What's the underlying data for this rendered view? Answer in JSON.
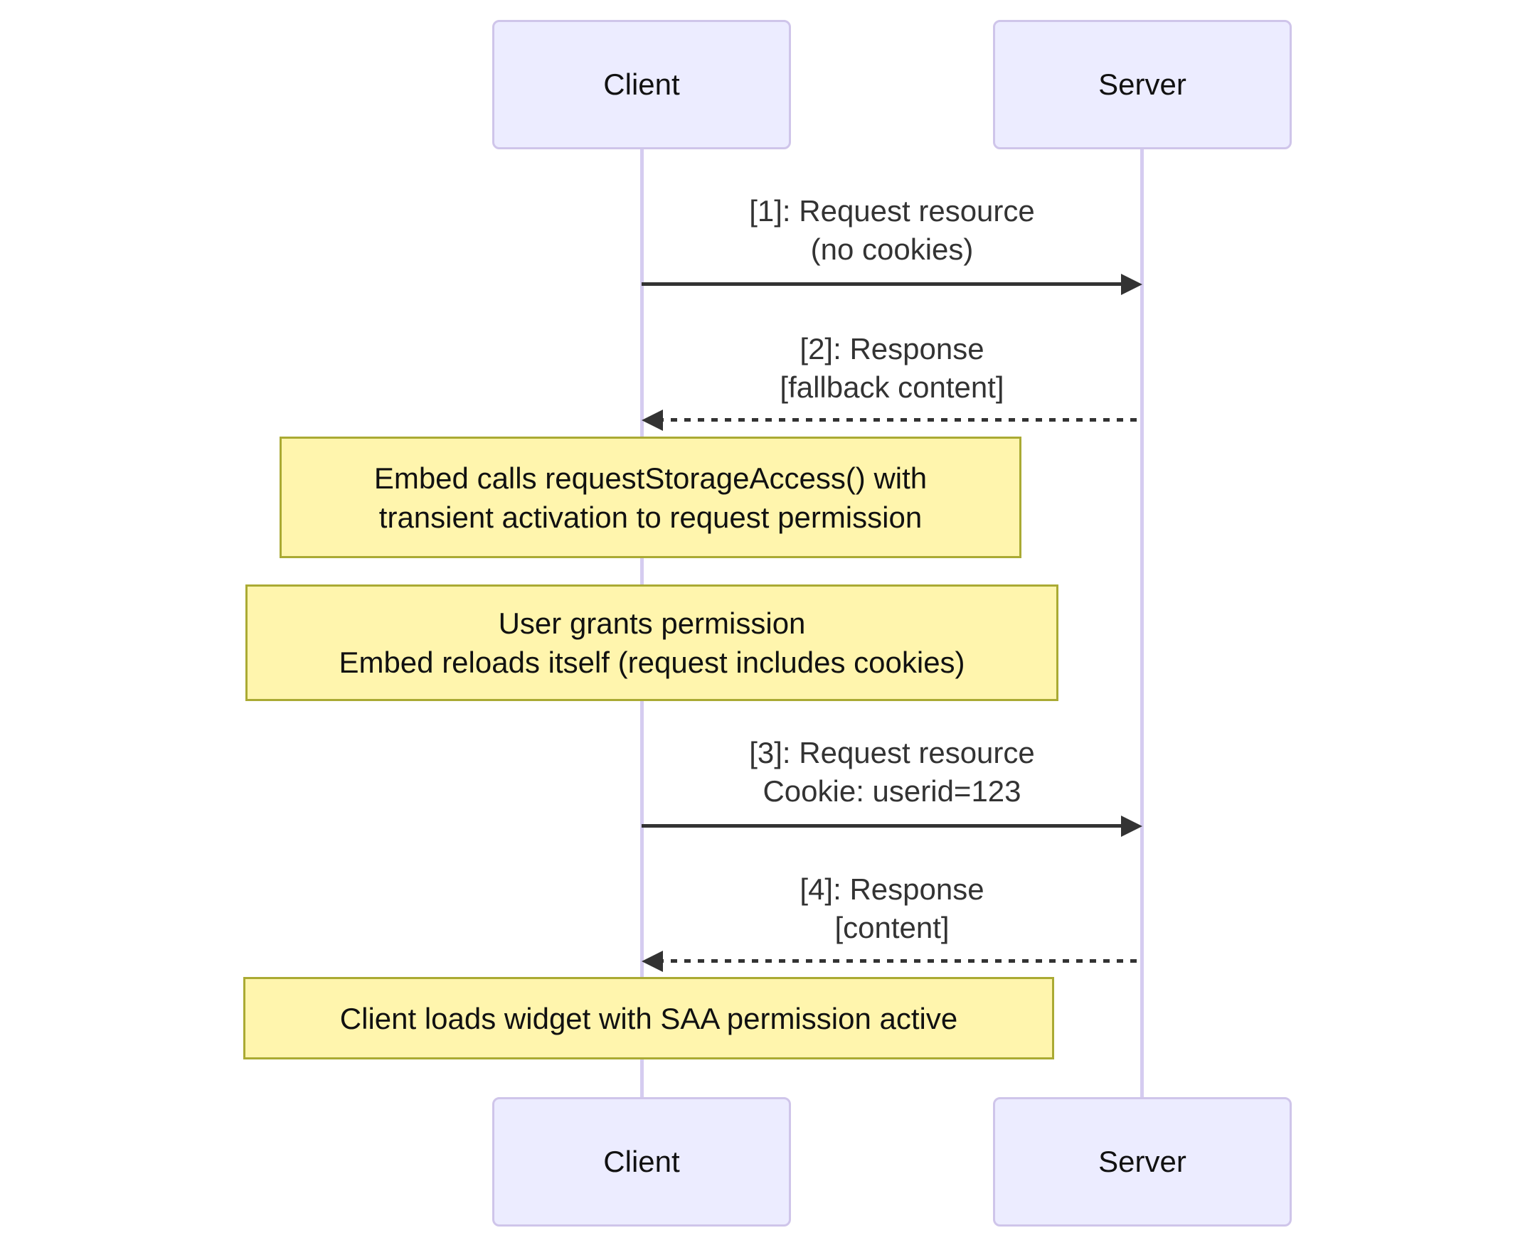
{
  "diagram": {
    "type": "sequence",
    "actors": [
      {
        "id": "client",
        "label": "Client"
      },
      {
        "id": "server",
        "label": "Server"
      }
    ],
    "messages": [
      {
        "seq": "1",
        "from": "client",
        "to": "server",
        "style": "solid",
        "line1": "[1]: Request resource",
        "line2": "(no cookies)"
      },
      {
        "seq": "2",
        "from": "server",
        "to": "client",
        "style": "dashed",
        "line1": "[2]: Response",
        "line2": "[fallback content]"
      },
      {
        "seq": "3",
        "from": "client",
        "to": "server",
        "style": "solid",
        "line1": "[3]: Request resource",
        "line2": "Cookie: userid=123"
      },
      {
        "seq": "4",
        "from": "server",
        "to": "client",
        "style": "dashed",
        "line1": "[4]: Response",
        "line2": "[content]"
      }
    ],
    "notes": [
      {
        "lines": [
          "Embed calls requestStorageAccess() with",
          "transient activation to request permission"
        ]
      },
      {
        "lines": [
          "User grants permission",
          "Embed reloads itself (request includes cookies)"
        ]
      },
      {
        "lines": [
          "Client loads widget with SAA permission active"
        ]
      }
    ],
    "colors": {
      "actor_fill": "#ECECFF",
      "actor_border": "#CFC5EA",
      "lifeline": "#D5CCF0",
      "note_fill": "#FFF5AD",
      "note_border": "#AAAA33",
      "message_text": "#333333",
      "arrow": "#333333",
      "background": "#FFFFFF"
    }
  }
}
